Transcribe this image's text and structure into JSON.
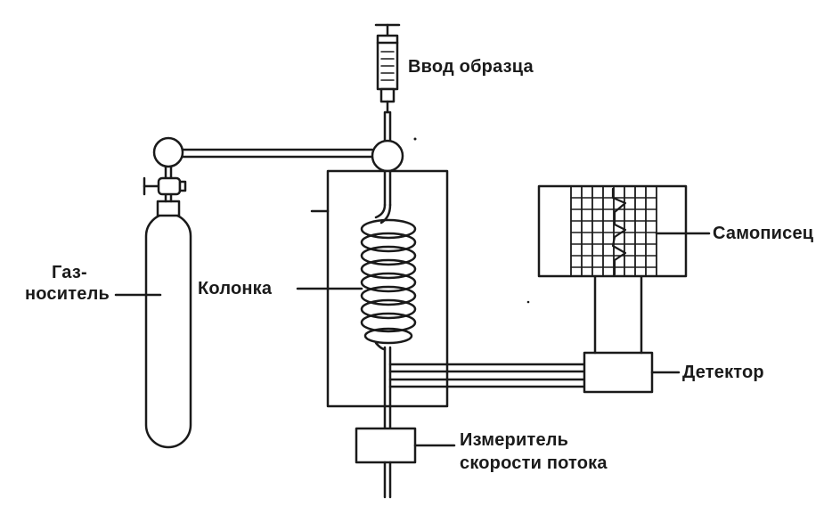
{
  "labels": {
    "sample_inlet": "Ввод образца",
    "carrier_gas_line1": "Газ-",
    "carrier_gas_line2": "носитель",
    "column": "Колонка",
    "recorder": "Самописец",
    "detector": "Детектор",
    "flowmeter_line1": "Измеритель",
    "flowmeter_line2": "скорости потока"
  },
  "colors": {
    "ink": "#1a1a1a",
    "paper": "#ffffff"
  }
}
